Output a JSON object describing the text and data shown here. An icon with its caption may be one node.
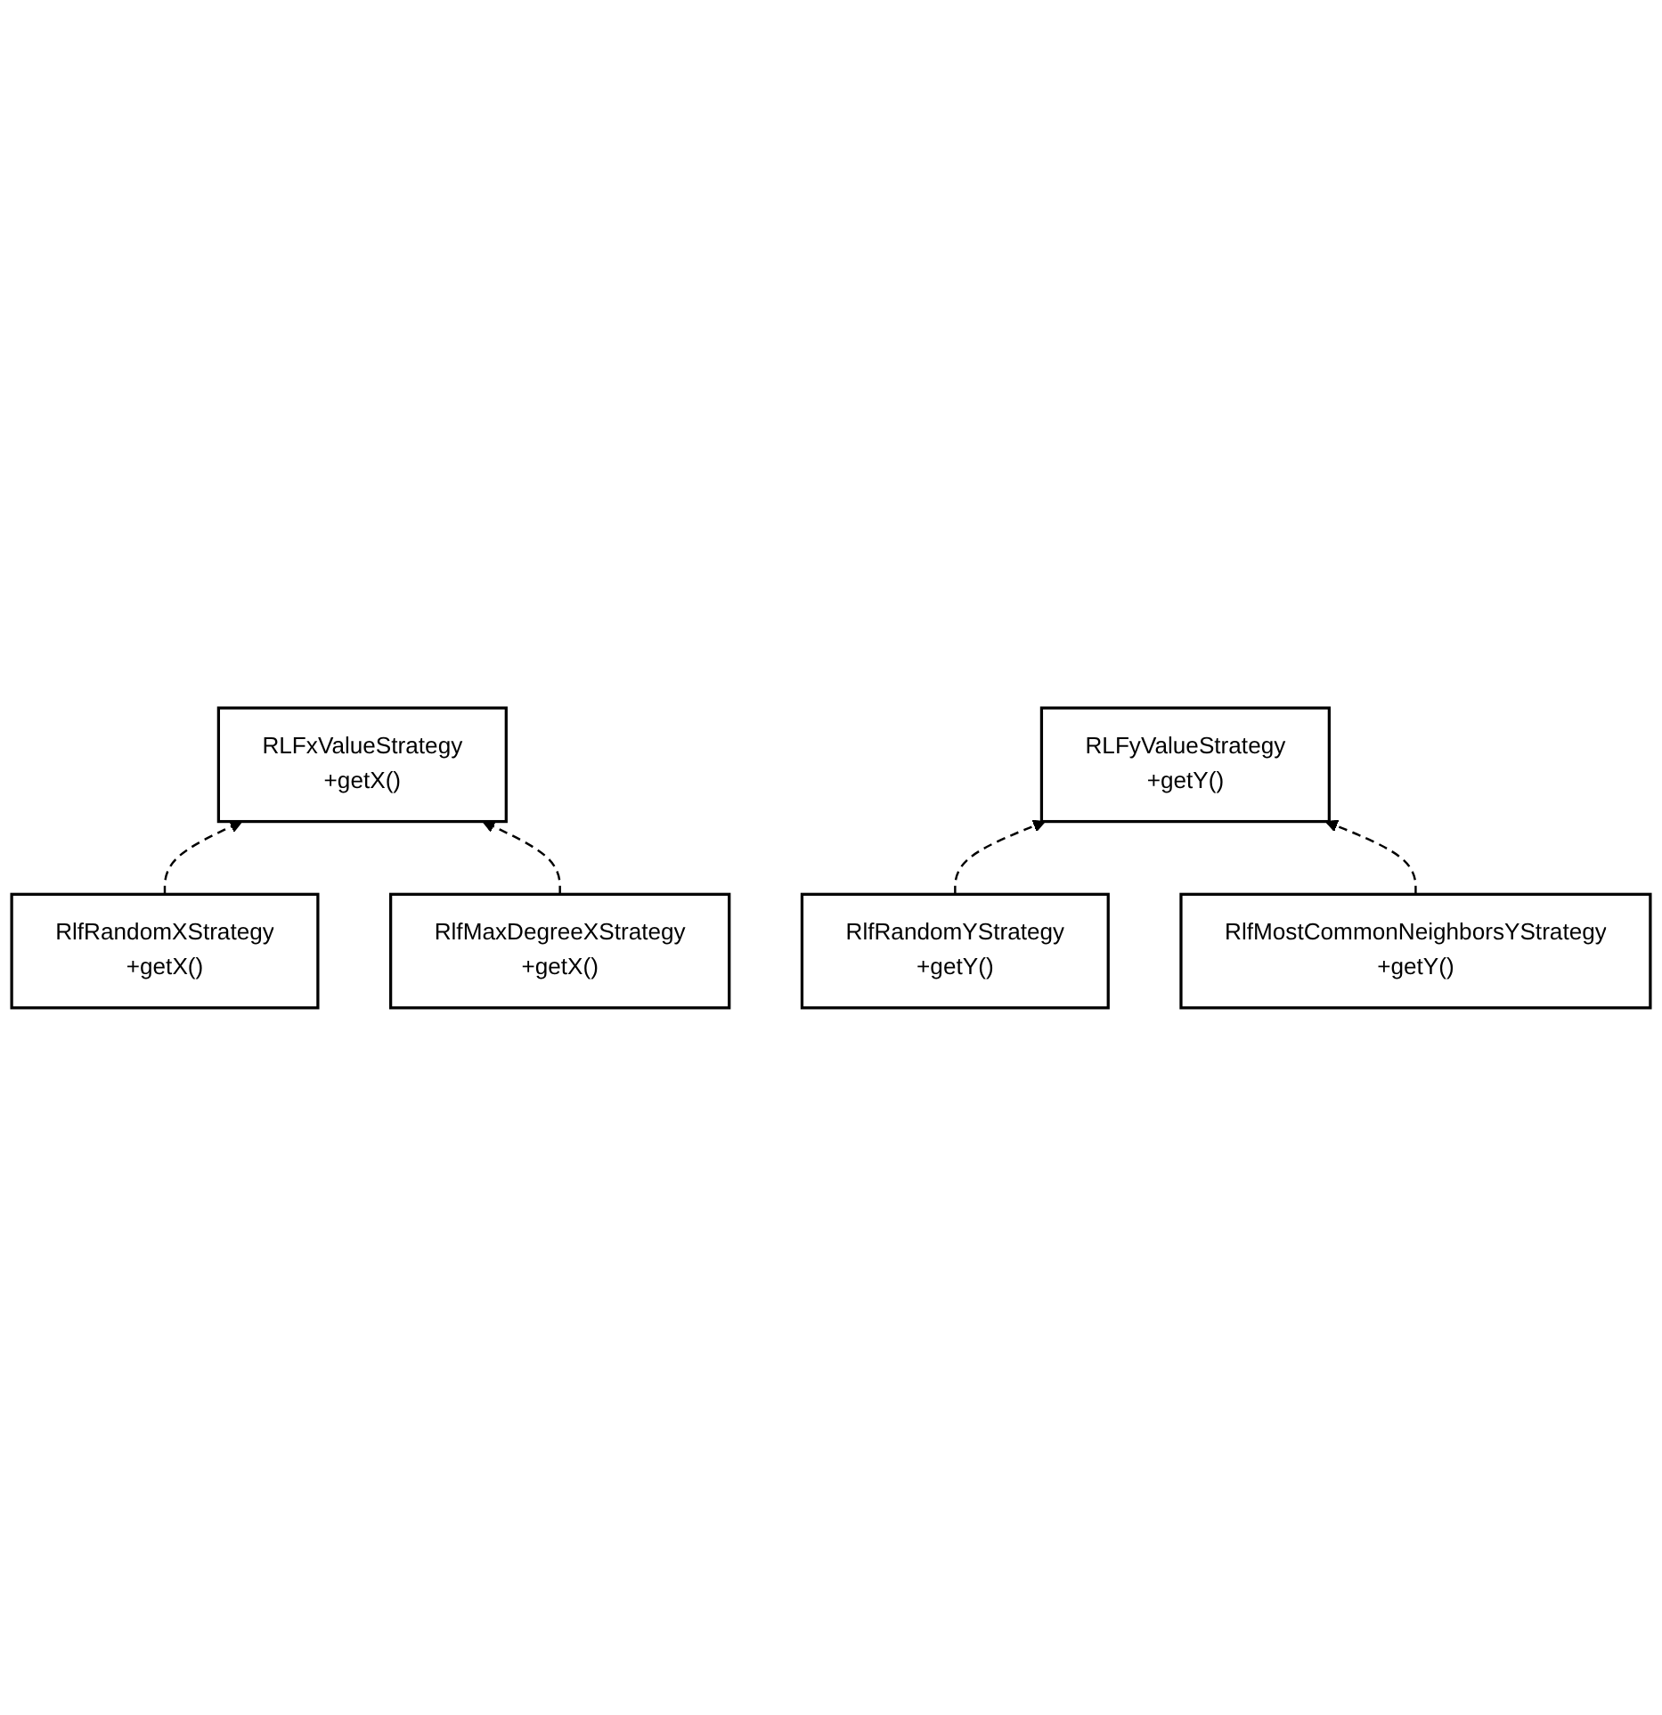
{
  "diagram": {
    "nodes": [
      {
        "text": [
          "RLFxValueStrategy",
          "+getX()"
        ]
      },
      {
        "text": [
          "RlfRandomXStrategy",
          "+getX()"
        ]
      },
      {
        "text": [
          "RlfMaxDegreeXStrategy",
          "+getX()"
        ]
      },
      {
        "text": [
          "RLFyValueStrategy",
          "+getY()"
        ]
      },
      {
        "text": [
          "RlfRandomYStrategy",
          "+getY()"
        ]
      },
      {
        "text": [
          "RlfMostCommonNeighborsYStrategy",
          "+getY()"
        ]
      }
    ],
    "edges": [
      {
        "from": 1,
        "to": 0,
        "arrow": "to",
        "style": "dashed"
      },
      {
        "from": 2,
        "to": 0,
        "arrow": "to",
        "style": "dashed"
      },
      {
        "from": 4,
        "to": 3,
        "arrow": "to",
        "style": "dashed"
      },
      {
        "from": 5,
        "to": 3,
        "arrow": "to",
        "style": "dashed"
      }
    ]
  }
}
